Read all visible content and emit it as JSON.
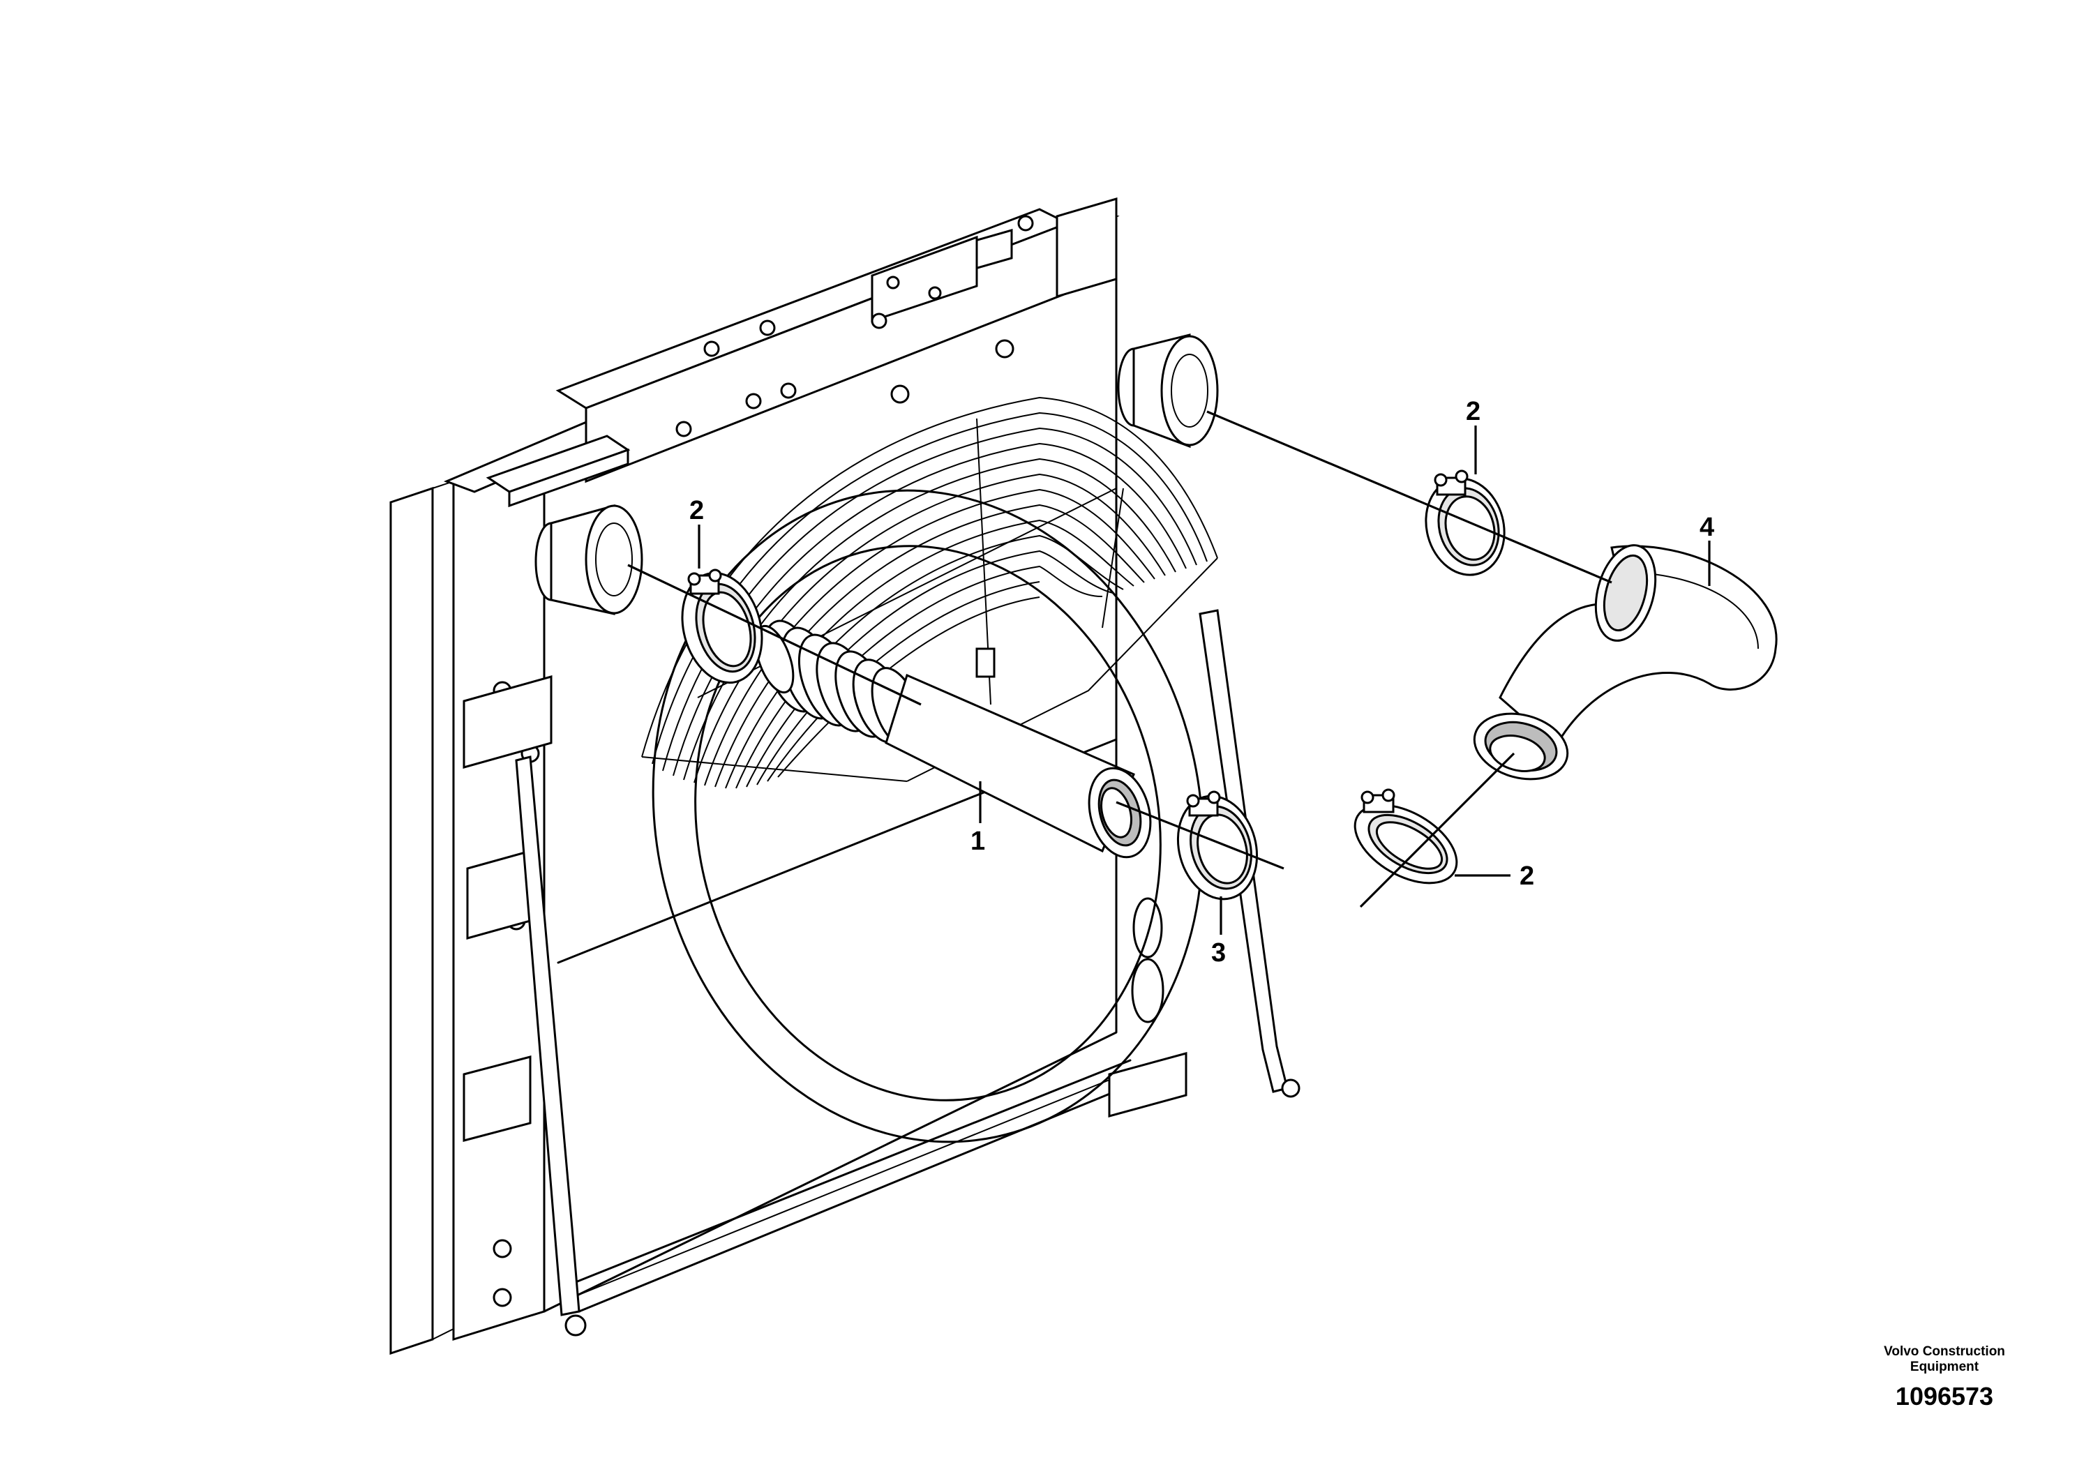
{
  "callouts": {
    "c1": "1",
    "c2a": "2",
    "c2b": "2",
    "c2c": "2",
    "c3": "3",
    "c4": "4"
  },
  "footer": {
    "company": "Volvo Construction Equipment",
    "doc_number": "1096573"
  }
}
